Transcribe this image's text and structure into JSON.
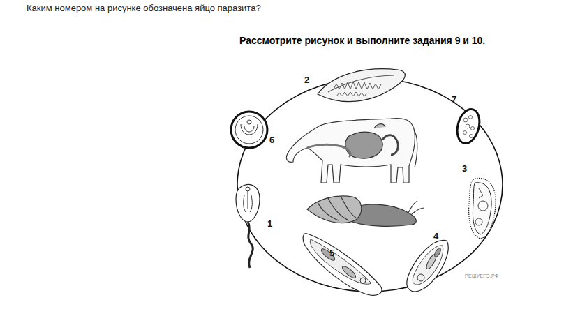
{
  "diagram": {
    "title": "Рассмотрите рисунок и выполните задания 9 и 10.",
    "labels": [
      "Каким номером на рисунке обозначена яйцо паразита?",
      "2",
      "7",
      "6",
      "3",
      "1",
      "4",
      "5",
      "РЕШУЕГЭ.РФ"
    ]
  }
}
